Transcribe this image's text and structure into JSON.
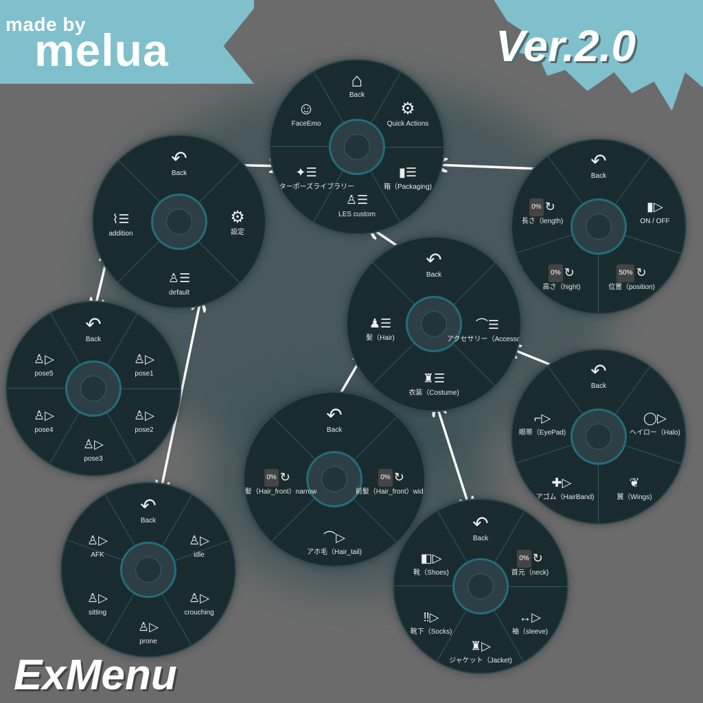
{
  "brand": {
    "made_by": "made by",
    "author": "melua",
    "version": "Ver.2.0",
    "product": "ExMenu"
  },
  "menus": {
    "top": {
      "items": [
        "Back",
        "FaceEmo",
        "Quick Actions",
        "アバターポーズライブラリー",
        "箱（Packaging)",
        "LES custom"
      ]
    },
    "posemain": {
      "items": [
        "Back",
        "addition",
        "設定",
        "default"
      ]
    },
    "packaging": {
      "items": [
        "Back",
        "長さ（length)",
        "ON / OFF",
        "高さ（hight)",
        "位置（position)"
      ],
      "pct": [
        "0%",
        "0%",
        "50%"
      ]
    },
    "les": {
      "items": [
        "Back",
        "髪（Hair)",
        "アクセサリー（Accessory)",
        "衣装（Costume)"
      ]
    },
    "addition": {
      "items": [
        "Back",
        "pose5",
        "pose1",
        "pose4",
        "pose2",
        "pose3"
      ]
    },
    "accessory": {
      "items": [
        "Back",
        "眼帯（EyePad)",
        "ヘイロー（Halo)",
        "ヘアゴム（HairBand)",
        "翼（Wings)"
      ]
    },
    "hair": {
      "items": [
        "Back",
        "前髪（Hair_front）narrow",
        "前髪（Hair_front）wide",
        "アホ毛（Hair_tail)"
      ],
      "pct": [
        "0%",
        "0%"
      ]
    },
    "default": {
      "items": [
        "Back",
        "AFK",
        "idle",
        "sitting",
        "crouching",
        "prone"
      ]
    },
    "costume": {
      "items": [
        "Back",
        "靴（Shoes)",
        "首元（neck)",
        "靴下（Socks)",
        "袖（sleeve)",
        "ジャケット（Jacket)"
      ],
      "pct": [
        "0%"
      ]
    }
  },
  "icons": {
    "back": "back-arrow-icon",
    "gear": "gear-icon",
    "submenu": "submenu-icon",
    "play": "play-icon",
    "reset": "reset-icon"
  },
  "colors": {
    "background": "#6b6b6b",
    "banner": "#7fc0cc",
    "menu_bg": "#1a2b30",
    "accent": "#1f6f7a"
  }
}
